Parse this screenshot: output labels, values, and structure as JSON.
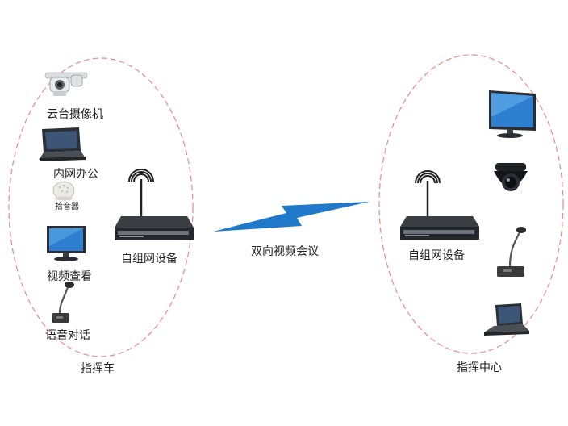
{
  "left_group": {
    "title": "指挥车",
    "items": {
      "ptz_camera": "云台摄像机",
      "intranet_office": "内网办公",
      "pickup": "拾音器",
      "video_view": "视频查看",
      "voice_talk": "语音对话"
    },
    "device": "自组网设备"
  },
  "right_group": {
    "title": "指挥中心",
    "device": "自组网设备"
  },
  "link": {
    "label": "双向视频会议",
    "color": "#1f78c8"
  },
  "colors": {
    "ellipse_border": "#e88a8a"
  }
}
